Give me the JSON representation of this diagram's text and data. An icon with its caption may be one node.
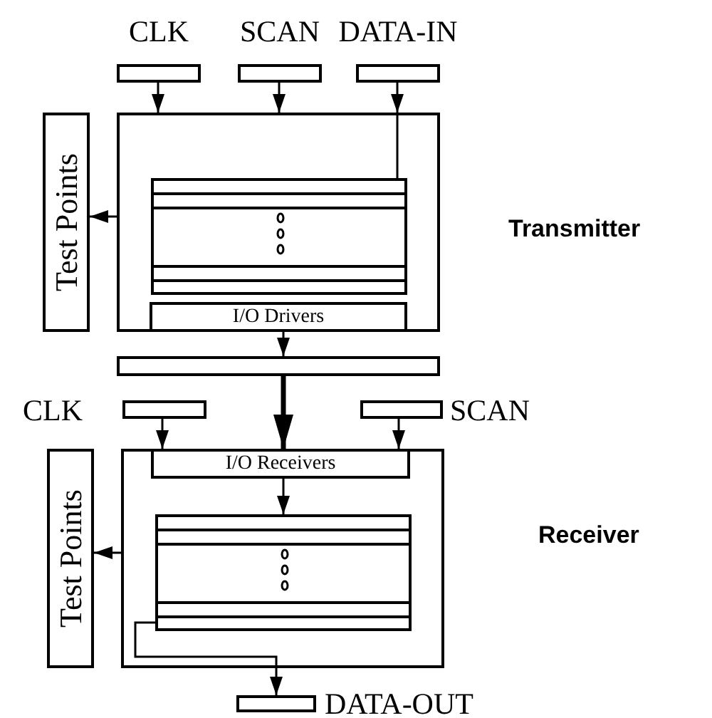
{
  "diagram": {
    "nodes": [
      {
        "text": [
          "CLK"
        ]
      },
      {
        "text": [
          "SCAN"
        ]
      },
      {
        "text": [
          "DATA-IN"
        ]
      },
      {
        "text": [
          "Test Points"
        ]
      },
      {
        "text": [],
        "shape": "box",
        "beside": [
          "Transmitter"
        ]
      },
      {
        "text": [],
        "shape": "box",
        "in": 4
      },
      {
        "text": [
          "I/O Drivers"
        ],
        "in": 4
      },
      {
        "text": [],
        "shape": "box"
      },
      {
        "text": [
          "CLK"
        ]
      },
      {
        "text": [
          "SCAN"
        ]
      },
      {
        "text": [
          "Test Points"
        ]
      },
      {
        "text": [],
        "shape": "box",
        "beside": [
          "Receiver"
        ]
      },
      {
        "text": [
          "I/O Receivers"
        ],
        "in": 11
      },
      {
        "text": [],
        "shape": "box",
        "in": 11
      },
      {
        "text": [
          "DATA-OUT"
        ]
      }
    ],
    "edges": [
      {
        "from": 0,
        "to": 4,
        "arrow": "to"
      },
      {
        "from": 1,
        "to": 4,
        "arrow": "to"
      },
      {
        "from": 2,
        "to": 4,
        "arrow": "to"
      },
      {
        "from": 4,
        "to": 5,
        "arrow": "none"
      },
      {
        "from": 4,
        "to": 3,
        "arrow": "to"
      },
      {
        "from": 6,
        "to": 7,
        "arrow": "to"
      },
      {
        "from": 7,
        "to": 12,
        "arrow": "to",
        "style": "thick"
      },
      {
        "from": 8,
        "to": 11,
        "arrow": "to"
      },
      {
        "from": 9,
        "to": 11,
        "arrow": "to"
      },
      {
        "from": 12,
        "to": 13,
        "arrow": "to"
      },
      {
        "from": 11,
        "to": 10,
        "arrow": "to"
      },
      {
        "from": 13,
        "to": 14,
        "arrow": "to"
      }
    ]
  }
}
